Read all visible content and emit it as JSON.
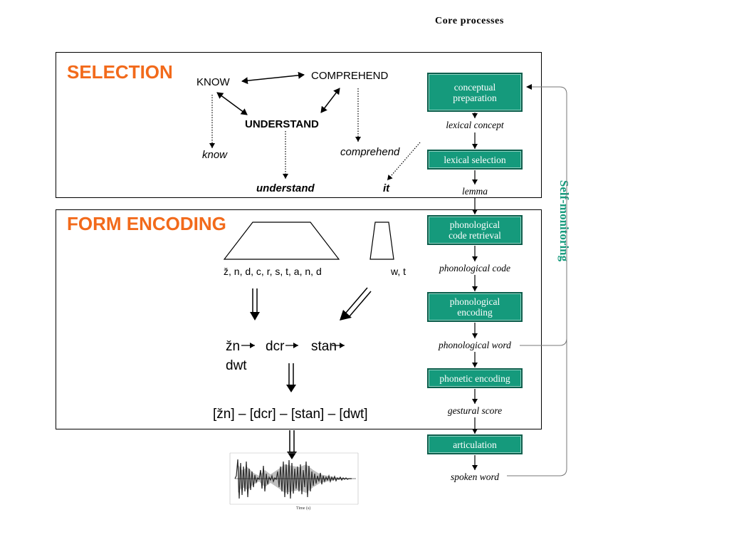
{
  "header": {
    "title": "Core processes"
  },
  "selection": {
    "heading": "SELECTION",
    "know": "KNOW",
    "comprehend": "COMPREHEND",
    "understand": "UNDERSTAND",
    "know_word": "know",
    "comprehend_word": "comprehend",
    "understand_word": "understand",
    "it_word": "it"
  },
  "form_encoding": {
    "heading": "FORM ENCODING",
    "segments_main": "ž, n, d, c, r, s, t, a, n, d",
    "segments_it": "w, t",
    "syl_1": "žn",
    "syl_2": "dcr",
    "syl_3": "stan",
    "syl_4": "dwt",
    "syllabified": "[žn] – [dcr] – [stan] – [dwt]"
  },
  "stages": [
    {
      "line1": "conceptual",
      "line2": "preparation"
    },
    {
      "line1": "lexical selection",
      "line2": ""
    },
    {
      "line1": "phonological",
      "line2": "code retrieval"
    },
    {
      "line1": "phonological",
      "line2": "encoding"
    },
    {
      "line1": "phonetic encoding",
      "line2": ""
    },
    {
      "line1": "articulation",
      "line2": ""
    }
  ],
  "products": [
    "lexical concept",
    "lemma",
    "phonological code",
    "phonological word",
    "gestural score",
    "spoken word"
  ],
  "monitoring": {
    "label": "Self-monitoring"
  },
  "waveform": {
    "axis_caption": "Time (s)"
  },
  "colors": {
    "accent_orange": "#f26a1b",
    "stage_green": "#159a7c",
    "stage_border": "#0d5e4c"
  }
}
